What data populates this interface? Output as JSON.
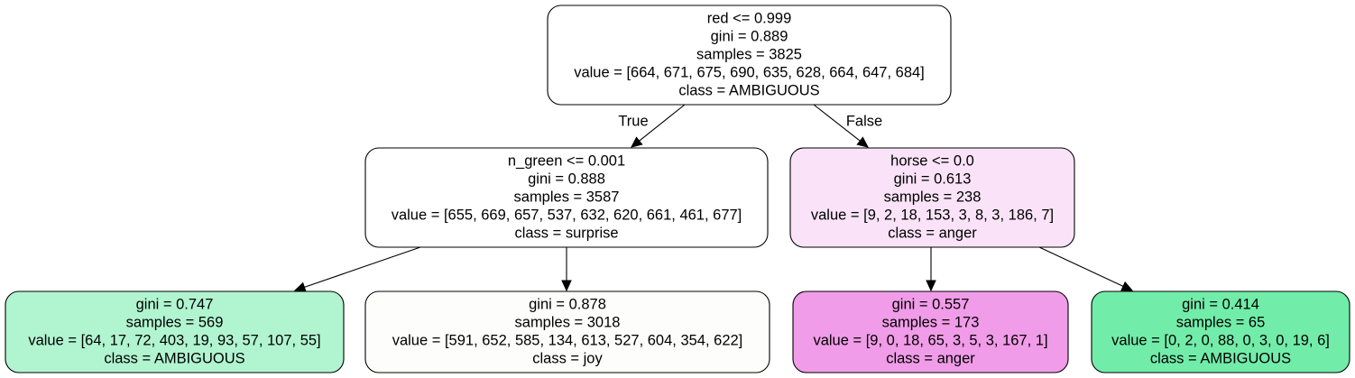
{
  "nodes": [
    {
      "id": "root",
      "fill": "#ffffff",
      "lines": [
        "red <= 0.999",
        "gini = 0.889",
        "samples = 3825",
        "value = [664, 671, 675, 690, 635, 628, 664, 647, 684]",
        "class = AMBIGUOUS"
      ]
    },
    {
      "id": "left",
      "fill": "#ffffff",
      "lines": [
        "n_green <= 0.001",
        "gini = 0.888",
        "samples = 3587",
        "value = [655, 669, 657, 537, 632, 620, 661, 461, 677]",
        "class = surprise"
      ]
    },
    {
      "id": "right",
      "fill": "#fae3f8",
      "lines": [
        "horse <= 0.0",
        "gini = 0.613",
        "samples = 238",
        "value = [9, 2, 18, 153, 3, 8, 3, 186, 7]",
        "class = anger"
      ]
    },
    {
      "id": "leaf1",
      "fill": "#b1f4d0",
      "lines": [
        "gini = 0.747",
        "samples = 569",
        "value = [64, 17, 72, 403, 19, 93, 57, 107, 55]",
        "class = AMBIGUOUS"
      ]
    },
    {
      "id": "leaf2",
      "fill": "#fdfdfb",
      "lines": [
        "gini = 0.878",
        "samples = 3018",
        "value = [591, 652, 585, 134, 613, 527, 604, 354, 622]",
        "class = joy"
      ]
    },
    {
      "id": "leaf3",
      "fill": "#f09ce8",
      "lines": [
        "gini = 0.557",
        "samples = 173",
        "value = [9, 0, 18, 65, 3, 5, 3, 167, 1]",
        "class = anger"
      ]
    },
    {
      "id": "leaf4",
      "fill": "#72eca9",
      "lines": [
        "gini = 0.414",
        "samples = 65",
        "value = [0, 2, 0, 88, 0, 3, 0, 19, 6]",
        "class = AMBIGUOUS"
      ]
    }
  ],
  "edges": [
    {
      "from": "root",
      "to": "left",
      "label": "True"
    },
    {
      "from": "root",
      "to": "right",
      "label": "False"
    },
    {
      "from": "left",
      "to": "leaf1",
      "label": ""
    },
    {
      "from": "left",
      "to": "leaf2",
      "label": ""
    },
    {
      "from": "right",
      "to": "leaf3",
      "label": ""
    },
    {
      "from": "right",
      "to": "leaf4",
      "label": ""
    }
  ]
}
